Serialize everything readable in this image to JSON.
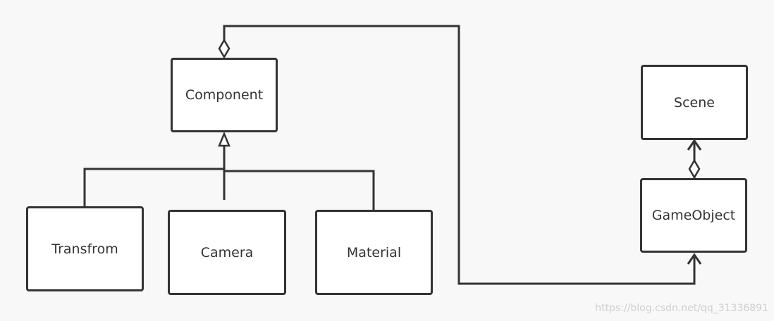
{
  "nodes": {
    "component": "Component",
    "transfrom": "Transfrom",
    "camera": "Camera",
    "material": "Material",
    "scene": "Scene",
    "gameobject": "GameObject"
  },
  "relations": [
    {
      "from": "Transfrom",
      "to": "Component",
      "type": "inheritance"
    },
    {
      "from": "Camera",
      "to": "Component",
      "type": "inheritance"
    },
    {
      "from": "Material",
      "to": "Component",
      "type": "inheritance"
    },
    {
      "from": "GameObject",
      "to": "Component",
      "type": "aggregation"
    },
    {
      "from": "Scene",
      "to": "GameObject",
      "type": "aggregation"
    }
  ],
  "watermark": "https://blog.csdn.net/qq_31336891",
  "colors": {
    "line": "#333333",
    "background": "#f8f8f8",
    "box": "#ffffff",
    "watermark": "#cfcfcf"
  }
}
